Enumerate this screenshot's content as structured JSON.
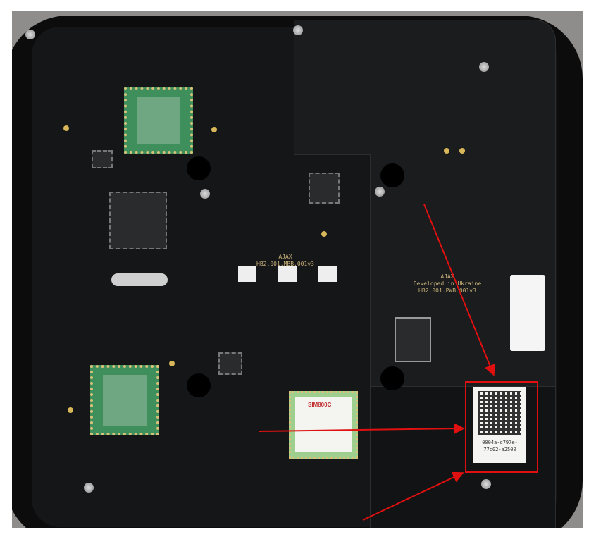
{
  "photo": {
    "subject": "pcb",
    "silkscreen_top": {
      "brand": "AJAX",
      "code": "HB2.001.MBB.001v3"
    },
    "silkscreen_right": {
      "brand": "AJAX",
      "line": "Developed in Ukraine",
      "code": "HB2.001.PWB.001v3"
    },
    "gsm_module": {
      "label": "SIM800C"
    },
    "qr_label": {
      "line1": "0004a-d797e-",
      "line2": "77c02-a2500"
    },
    "annotation_color": "#e01010"
  }
}
